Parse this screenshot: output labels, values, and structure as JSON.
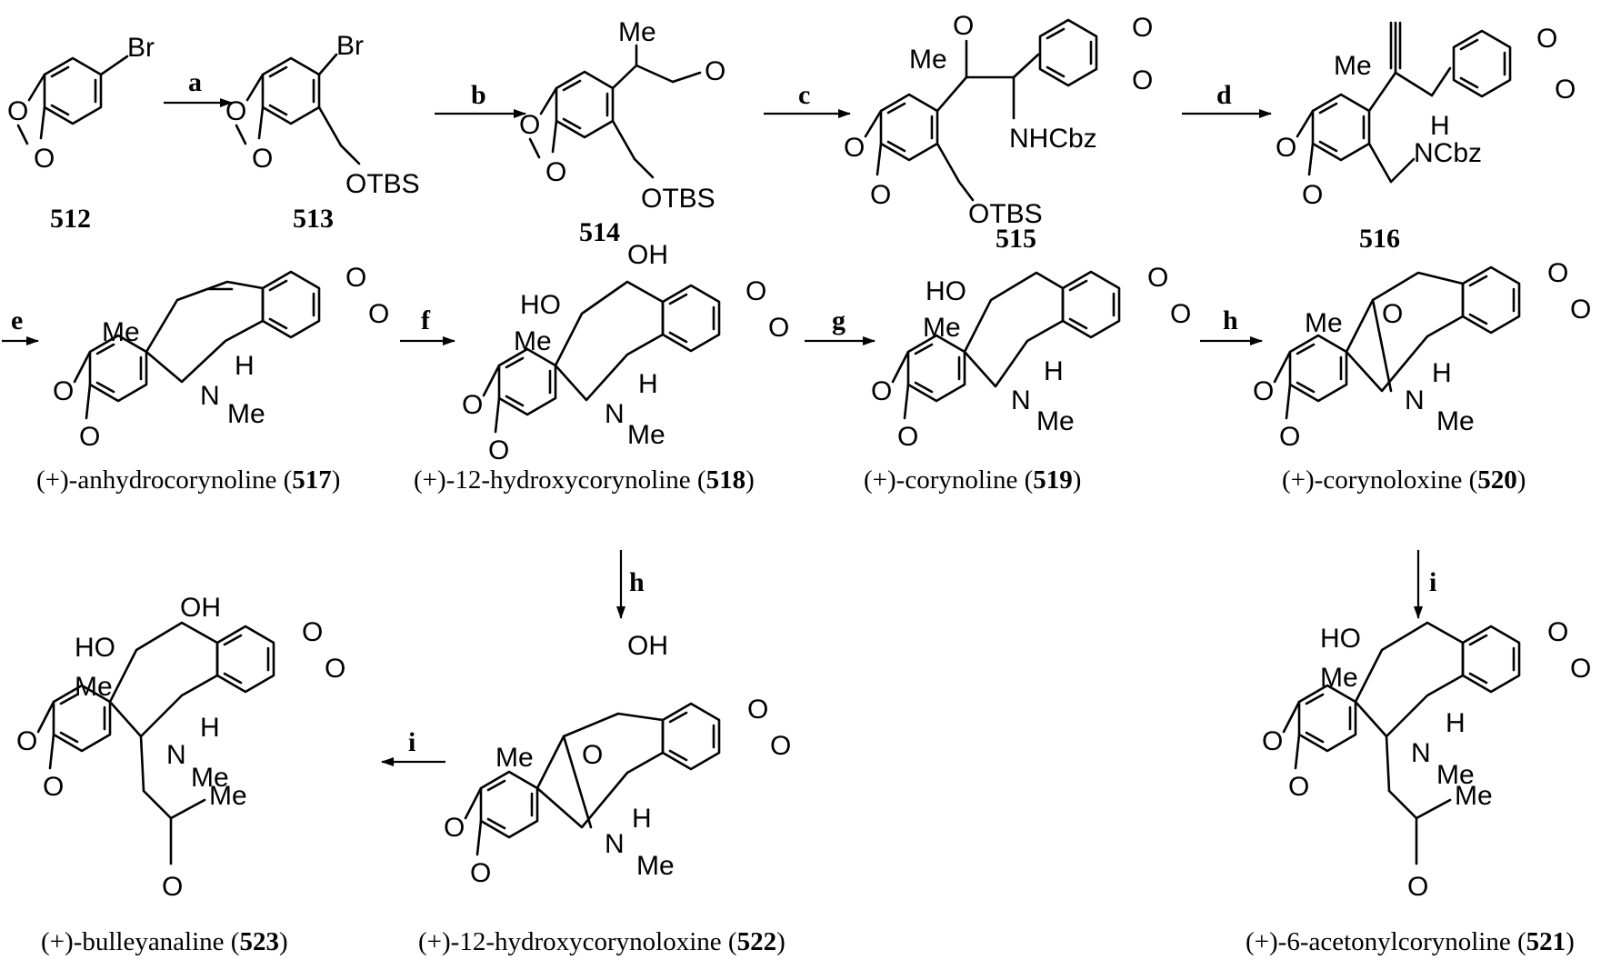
{
  "colors": {
    "ink": "#000000",
    "background": "#ffffff"
  },
  "steps": [
    {
      "id": "a",
      "label": "a"
    },
    {
      "id": "b",
      "label": "b"
    },
    {
      "id": "c",
      "label": "c"
    },
    {
      "id": "d",
      "label": "d"
    },
    {
      "id": "e",
      "label": "e"
    },
    {
      "id": "f",
      "label": "f"
    },
    {
      "id": "g",
      "label": "g"
    },
    {
      "id": "h1",
      "label": "h"
    },
    {
      "id": "h2",
      "label": "h"
    },
    {
      "id": "i1",
      "label": "i"
    },
    {
      "id": "i2",
      "label": "i"
    }
  ],
  "compounds": {
    "c512": {
      "number": "512",
      "atoms": {
        "br": "Br"
      }
    },
    "c513": {
      "number": "513",
      "atoms": {
        "br": "Br",
        "otbs": "OTBS"
      }
    },
    "c514": {
      "number": "514",
      "atoms": {
        "me": "Me",
        "otbs": "OTBS"
      }
    },
    "c515": {
      "number": "515",
      "atoms": {
        "me": "Me",
        "nhcbz": "NHCbz",
        "otbs": "OTBS"
      }
    },
    "c516": {
      "number": "516",
      "atoms": {
        "me": "Me",
        "h": "H",
        "ncbz": "NCbz"
      }
    },
    "c517": {
      "prefix": "(+)-anhydrocorynoline (",
      "number": "517",
      "suffix": ")",
      "atoms": {
        "me": "Me",
        "h": "H",
        "nme": "Me"
      }
    },
    "c518": {
      "prefix": "(+)-12-hydroxycorynoline (",
      "number": "518",
      "suffix": ")",
      "atoms": {
        "oh": "OH",
        "ho": "HO",
        "me": "Me",
        "h": "H",
        "nme": "Me"
      }
    },
    "c519": {
      "prefix": "(+)-corynoline (",
      "number": "519",
      "suffix": ")",
      "atoms": {
        "ho": "HO",
        "me": "Me",
        "h": "H",
        "nme": "Me"
      }
    },
    "c520": {
      "prefix": "(+)-corynoloxine (",
      "number": "520",
      "suffix": ")",
      "atoms": {
        "me": "Me",
        "h": "H",
        "nme": "Me"
      }
    },
    "c521": {
      "prefix": "(+)-6-acetonylcorynoline (",
      "number": "521",
      "suffix": ")",
      "atoms": {
        "ho": "HO",
        "me": "Me",
        "h": "H",
        "nme": "Me",
        "acme": "Me"
      }
    },
    "c522": {
      "prefix": "(+)-12-hydroxycorynoloxine (",
      "number": "522",
      "suffix": ")",
      "atoms": {
        "oh": "OH",
        "me": "Me",
        "h": "H",
        "nme": "Me"
      }
    },
    "c523": {
      "prefix": "(+)-bulleyanaline (",
      "number": "523",
      "suffix": ")",
      "atoms": {
        "oh": "OH",
        "ho": "HO",
        "me": "Me",
        "h": "H",
        "nme": "Me",
        "acme": "Me"
      }
    }
  }
}
